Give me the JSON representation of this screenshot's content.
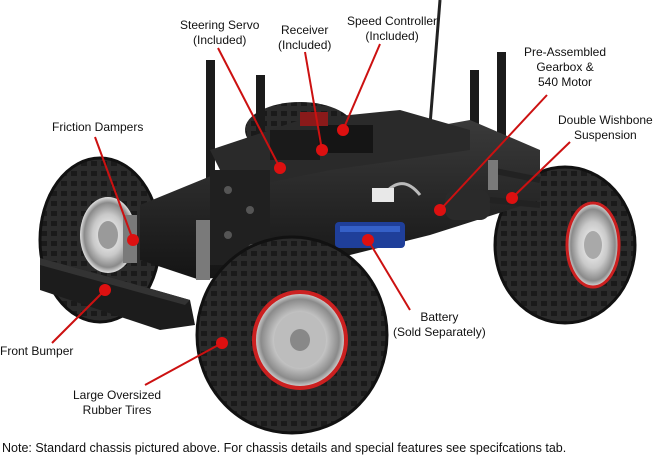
{
  "labels": {
    "steering_servo": [
      "Steering Servo",
      "(Included)"
    ],
    "receiver": [
      "Receiver",
      "(Included)"
    ],
    "speed_controller": [
      "Speed Controller",
      "(Included)"
    ],
    "gearbox": [
      "Pre-Assembled",
      "Gearbox &",
      "540 Motor"
    ],
    "friction_dampers": [
      "Friction Dampers"
    ],
    "double_wishbone": [
      "Double Wishbone",
      "Suspension"
    ],
    "battery": [
      "Battery",
      "(Sold Separately)"
    ],
    "front_bumper": [
      "Front Bumper"
    ],
    "tires": [
      "Large Oversized",
      "Rubber Tires"
    ]
  },
  "note": "Note: Standard chassis pictured above. For chassis details and special features see specifcations tab.",
  "colors": {
    "leader": "#cc1111",
    "dot": "#dd1010"
  }
}
